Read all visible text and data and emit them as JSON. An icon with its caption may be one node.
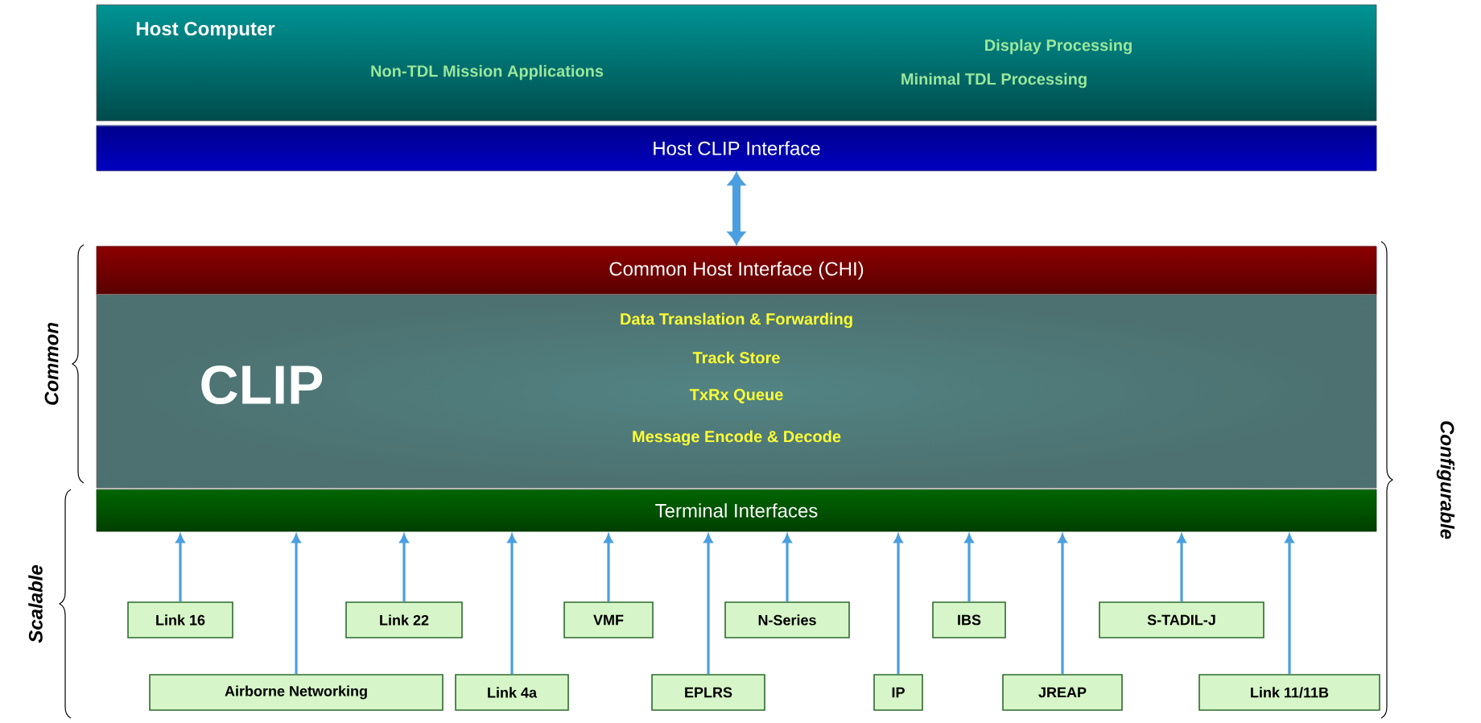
{
  "diagram": {
    "nodes": [
      {
        "text": [
          "Host Computer",
          "Non-TDL Mission Applications",
          "Display Processing",
          "Minimal TDL Processing"
        ]
      },
      {
        "text": [
          "Host CLIP Interface"
        ]
      },
      {
        "text": [
          "Common Host Interface (CHI)"
        ]
      },
      {
        "text": [
          "CLIP",
          "Data Translation & Forwarding",
          "Track Store",
          "TxRx Queue",
          "Message Encode & Decode"
        ]
      },
      {
        "text": [
          "Terminal Interfaces"
        ]
      },
      {
        "text": [
          "Link 16"
        ]
      },
      {
        "text": [
          "Link 22"
        ]
      },
      {
        "text": [
          "VMF"
        ]
      },
      {
        "text": [
          "N-Series"
        ]
      },
      {
        "text": [
          "IBS"
        ]
      },
      {
        "text": [
          "S-TADIL-J"
        ]
      },
      {
        "text": [
          "Airborne Networking"
        ]
      },
      {
        "text": [
          "Link 4a"
        ]
      },
      {
        "text": [
          "EPLRS"
        ]
      },
      {
        "text": [
          "IP"
        ]
      },
      {
        "text": [
          "JREAP"
        ]
      },
      {
        "text": [
          "Link 11/11B"
        ]
      }
    ],
    "edges": [
      {
        "from": 1,
        "to": 2,
        "arrow": "both",
        "style": "thick"
      },
      {
        "from": 5,
        "to": 4,
        "arrow": "to"
      },
      {
        "from": 6,
        "to": 4,
        "arrow": "to"
      },
      {
        "from": 7,
        "to": 4,
        "arrow": "to"
      },
      {
        "from": 8,
        "to": 4,
        "arrow": "to"
      },
      {
        "from": 9,
        "to": 4,
        "arrow": "to"
      },
      {
        "from": 10,
        "to": 4,
        "arrow": "to"
      },
      {
        "from": 11,
        "to": 4,
        "arrow": "to"
      },
      {
        "from": 12,
        "to": 4,
        "arrow": "to"
      },
      {
        "from": 13,
        "to": 4,
        "arrow": "to"
      },
      {
        "from": 14,
        "to": 4,
        "arrow": "to"
      },
      {
        "from": 15,
        "to": 4,
        "arrow": "to"
      },
      {
        "from": 16,
        "to": 4,
        "arrow": "to"
      }
    ],
    "labels": [
      "Common",
      "Scalable",
      "Configurable"
    ]
  }
}
